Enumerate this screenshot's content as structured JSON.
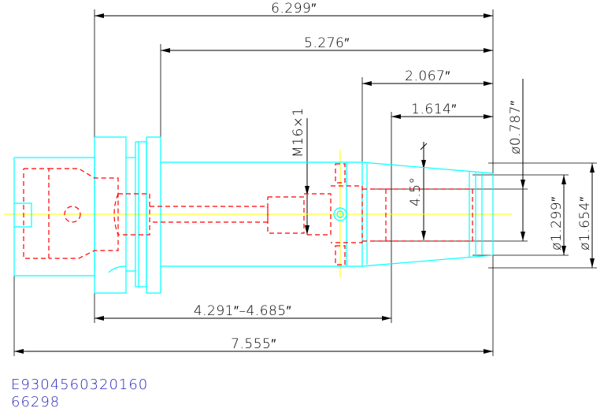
{
  "dimensions": {
    "overall_top": "6.299″",
    "second_top": "5.276″",
    "third_top": "2.067″",
    "fourth_top": "1.614″",
    "thread": "M16×1",
    "angle": "4.5°",
    "dia_small": "ø0.787″",
    "dia_mid": "ø1.299″",
    "dia_large": "ø1.654″",
    "range_bottom": "4.291″–4.685″",
    "overall_bottom": "7.555″"
  },
  "part_code": "E9304560320160",
  "part_number": "66298",
  "colors": {
    "outline": "#00ffff",
    "hidden_lines": "#ff0000",
    "center_line": "#ffff00",
    "dimensions": "#000000",
    "code_text": "#2a2ab8"
  }
}
